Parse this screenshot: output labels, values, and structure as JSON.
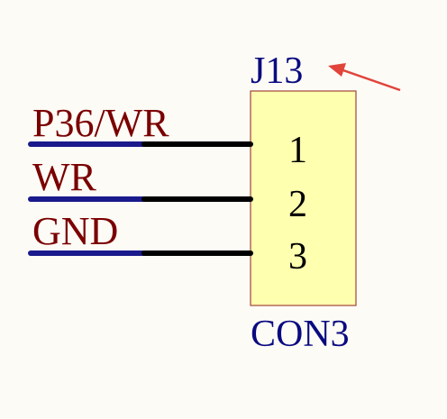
{
  "component": {
    "designator": "J13",
    "value": "CON3",
    "pins": [
      "1",
      "2",
      "3"
    ]
  },
  "nets": [
    "P36/WR",
    "WR",
    "GND"
  ],
  "colors": {
    "background": "#fdfbf6",
    "body_fill": "#ffffb0",
    "body_stroke": "#a0473a",
    "designator_text": "#0a0a80",
    "value_text": "#0a0a80",
    "pin_text": "#000000",
    "net_label_text": "#7a0000",
    "net_wire": "#1a1a8c",
    "pin_line": "#000000",
    "arrow": "#e0443a"
  }
}
